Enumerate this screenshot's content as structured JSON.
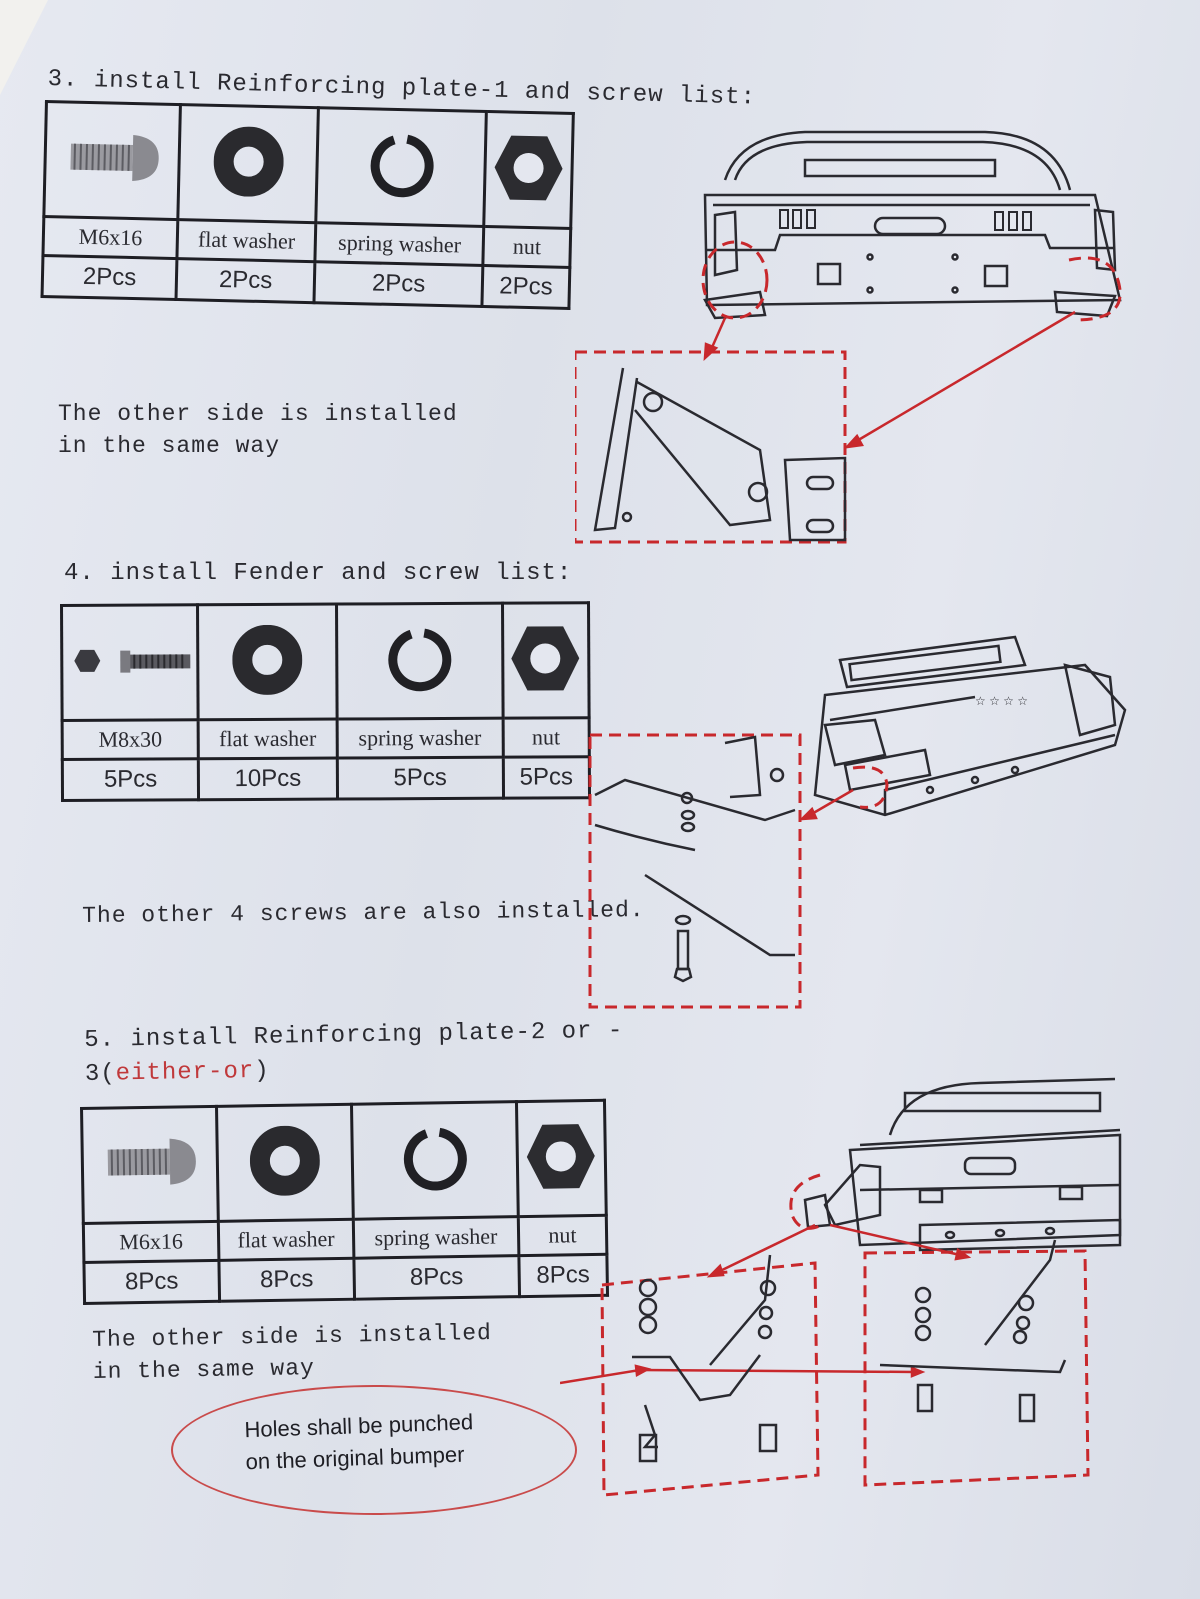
{
  "section3": {
    "heading": "3. install Reinforcing plate-1 and screw list:",
    "columns": [
      {
        "icon": "button-head-bolt-icon",
        "name": "M6x16",
        "qty": "2Pcs"
      },
      {
        "icon": "flat-washer-icon",
        "name": "flat washer",
        "qty": "2Pcs"
      },
      {
        "icon": "spring-washer-icon",
        "name": "spring washer",
        "qty": "2Pcs"
      },
      {
        "icon": "hex-nut-icon",
        "name": "nut",
        "qty": "2Pcs"
      }
    ],
    "note_line1": "The other side is installed",
    "note_line2": "in the same way"
  },
  "section4": {
    "heading": "4. install Fender and screw list:",
    "columns": [
      {
        "icon": "hex-bolt-icon",
        "name": "M8x30",
        "qty": "5Pcs"
      },
      {
        "icon": "flat-washer-icon",
        "name": "flat washer",
        "qty": "10Pcs"
      },
      {
        "icon": "spring-washer-icon",
        "name": "spring washer",
        "qty": "5Pcs"
      },
      {
        "icon": "hex-nut-icon",
        "name": "nut",
        "qty": "5Pcs"
      }
    ],
    "note": "The other 4 screws are also installed."
  },
  "section5": {
    "heading_line1": "5. install Reinforcing plate-2 or -",
    "heading_line2_prefix": "3(",
    "heading_line2_red": "either-or",
    "heading_line2_suffix": ")",
    "columns": [
      {
        "icon": "button-head-bolt-icon",
        "name": "M6x16",
        "qty": "8Pcs"
      },
      {
        "icon": "flat-washer-icon",
        "name": "flat washer",
        "qty": "8Pcs"
      },
      {
        "icon": "spring-washer-icon",
        "name": "spring washer",
        "qty": "8Pcs"
      },
      {
        "icon": "hex-nut-icon",
        "name": "nut",
        "qty": "8Pcs"
      }
    ],
    "note_line1": "The other side is installed",
    "note_line2": "in the same way",
    "callout_line1": "Holes shall be punched",
    "callout_line2": "on the original bumper"
  },
  "colors": {
    "ink": "#1e1e24",
    "callout_red": "#c94b4b",
    "dash_red": "#c8282c",
    "paper": "#e2e5ee"
  }
}
